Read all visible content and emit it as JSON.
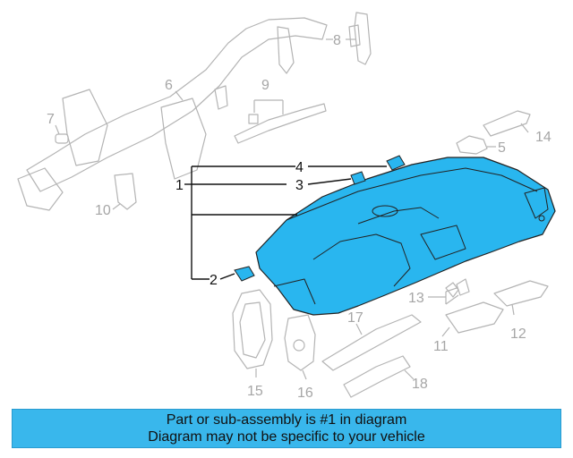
{
  "colors": {
    "highlight": "#29b6ef",
    "banner": "#39b7ec",
    "muted_part": "#b4b4b4",
    "text": "#111111"
  },
  "callouts": {
    "c1": "1",
    "c2": "2",
    "c3": "3",
    "c4": "4",
    "c5": "5",
    "c6": "6",
    "c7": "7",
    "c8": "8",
    "c9": "9",
    "c10": "10",
    "c11": "11",
    "c12": "12",
    "c13": "13",
    "c14": "14",
    "c15": "15",
    "c16": "16",
    "c17": "17",
    "c18": "18"
  },
  "banner": {
    "line1": "Part or sub-assembly is #1 in diagram",
    "line2": "Diagram may not be specific to your vehicle"
  }
}
